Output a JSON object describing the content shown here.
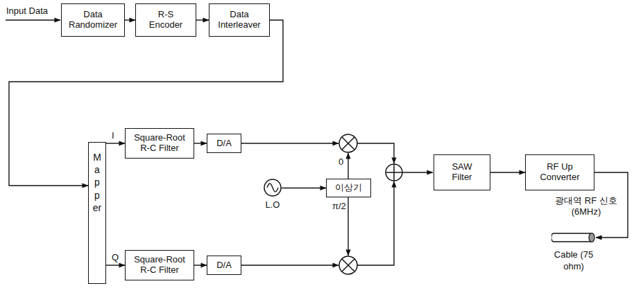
{
  "diagram": {
    "nodes": [
      {
        "text": [
          "Data Randomizer"
        ]
      },
      {
        "text": [
          "R-S Encoder"
        ]
      },
      {
        "text": [
          "Data Interleaver"
        ]
      },
      {
        "text": [
          "Mapper"
        ]
      },
      {
        "text": [
          "Square-Root R-C Filter"
        ]
      },
      {
        "text": [
          "D/A"
        ]
      },
      {
        "text": [
          "L.O"
        ]
      },
      {
        "text": [
          "이상기"
        ]
      },
      {
        "text": [
          "Square-Root R-C Filter"
        ]
      },
      {
        "text": [
          "D/A"
        ]
      },
      {
        "text": [
          "SAW Filter"
        ]
      },
      {
        "text": [
          "RF Up Converter"
        ]
      },
      {
        "text": [
          "Cable (75 ohm)"
        ]
      }
    ],
    "edges": [
      {
        "from": 0,
        "to": 1,
        "arrow": "to"
      },
      {
        "from": 1,
        "to": 2,
        "arrow": "to"
      },
      {
        "from": 2,
        "to": 3,
        "arrow": "to"
      },
      {
        "from": 3,
        "to": 4,
        "label": "I",
        "arrow": "to"
      },
      {
        "from": 4,
        "to": 5,
        "arrow": "to"
      },
      {
        "from": 3,
        "to": 8,
        "label": "Q",
        "arrow": "to"
      },
      {
        "from": 8,
        "to": 9,
        "arrow": "to"
      },
      {
        "from": 6,
        "to": 7,
        "arrow": "to"
      },
      {
        "from": 10,
        "to": 11,
        "arrow": "to"
      },
      {
        "from": 11,
        "to": 12,
        "label": "광대역 RF 신호 (6MHz)",
        "arrow": "to"
      }
    ],
    "labels": [
      "Input Data",
      "0",
      "π/2"
    ]
  }
}
